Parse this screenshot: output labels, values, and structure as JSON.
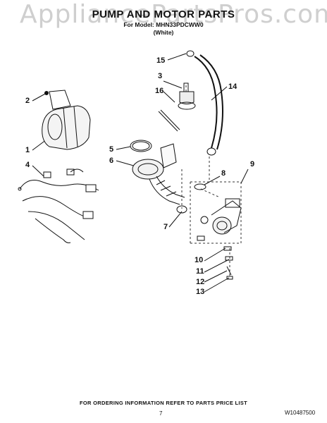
{
  "watermark": "AppliancePartsPros.com",
  "title": "PUMP AND MOTOR PARTS",
  "model_line": "For Model: MHN33PDCWW0",
  "color_line": "(White)",
  "callouts": [
    "1",
    "2",
    "3",
    "4",
    "5",
    "6",
    "7",
    "8",
    "9",
    "10",
    "11",
    "12",
    "13",
    "14",
    "15",
    "16"
  ],
  "footer": "FOR ORDERING INFORMATION REFER TO PARTS PRICE LIST",
  "page_number": "7",
  "part_number": "W10487500"
}
